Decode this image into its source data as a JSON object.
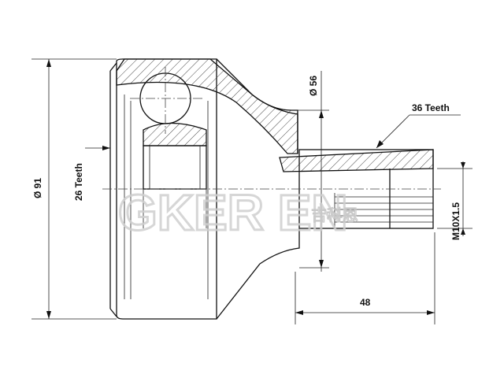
{
  "drawing": {
    "outer_diameter_label": "Ø 91",
    "inner_teeth_label": "26 Teeth",
    "shaft_diameter_label": "Ø 56",
    "shaft_teeth_label": "36 Teeth",
    "thread_label": "M10X1.5",
    "shaft_length_label": "48"
  },
  "watermark": {
    "text": "GKER EN",
    "subtext": "吉科恩"
  }
}
